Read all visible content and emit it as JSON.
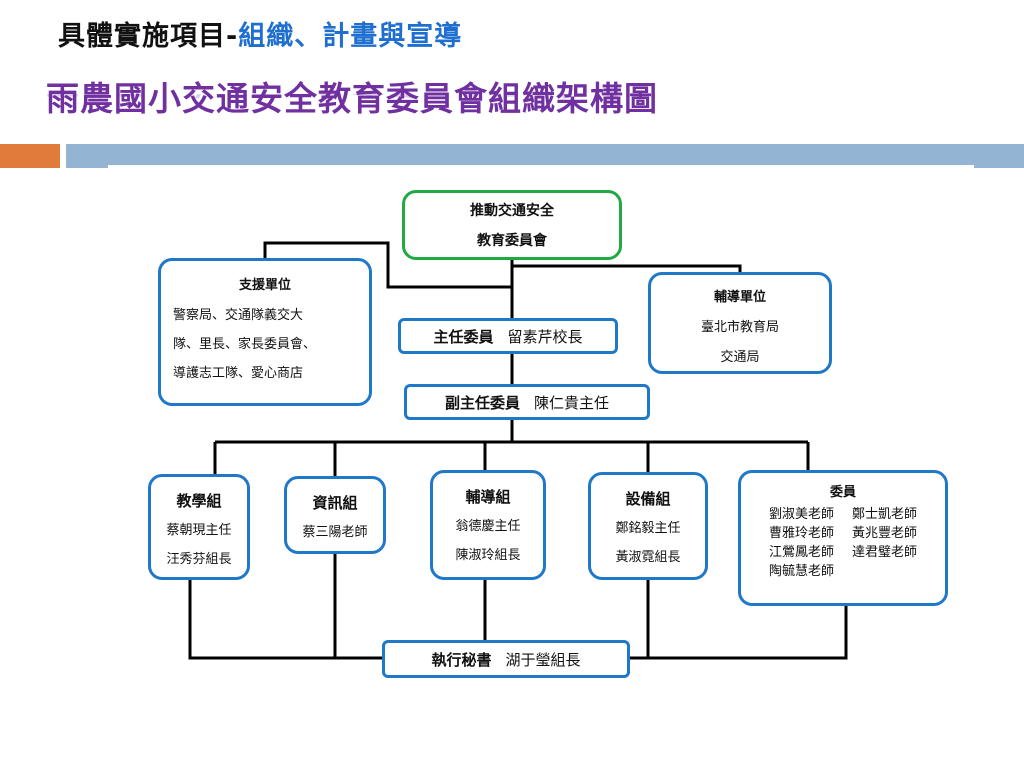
{
  "header": {
    "title_prefix": "具體實施項目-",
    "title_suffix": "組織、計畫與宣導",
    "subtitle": "雨農國小交通安全教育委員會組織架構圖"
  },
  "colors": {
    "accent_orange": "#e07b39",
    "accent_blue": "#94b4d4",
    "box_border": "#1f78c8",
    "top_border": "#22a844",
    "subtitle": "#7030a0"
  },
  "chart": {
    "top": {
      "line1": "推動交通安全",
      "line2": "教育委員會"
    },
    "support": {
      "title": "支援單位",
      "line1": "警察局、交通隊義交大",
      "line2": "隊、里長、家長委員會、",
      "line3": "導護志工隊、愛心商店"
    },
    "guidance_unit": {
      "title": "輔導單位",
      "line1": "臺北市教育局",
      "line2": "交通局"
    },
    "chair": {
      "role": "主任委員",
      "name": "留素芹校長"
    },
    "vice_chair": {
      "role": "副主任委員",
      "name": "陳仁貴主任"
    },
    "groups": [
      {
        "title": "教學組",
        "members": [
          "蔡朝現主任",
          "汪秀芬組長"
        ]
      },
      {
        "title": "資訊組",
        "members": [
          "蔡三陽老師"
        ]
      },
      {
        "title": "輔導組",
        "members": [
          "翁德慶主任",
          "陳淑玲組長"
        ]
      },
      {
        "title": "設備組",
        "members": [
          "鄭銘毅主任",
          "黃淑霓組長"
        ]
      }
    ],
    "committee": {
      "title": "委員",
      "members": [
        "劉淑美老師",
        "鄭士凱老師",
        "曹雅玲老師",
        "黃兆豐老師",
        "江鶯鳳老師",
        "達君璧老師",
        "陶毓慧老師"
      ]
    },
    "secretary": {
      "role": "執行秘書",
      "name": "湖于瑩組長"
    }
  }
}
